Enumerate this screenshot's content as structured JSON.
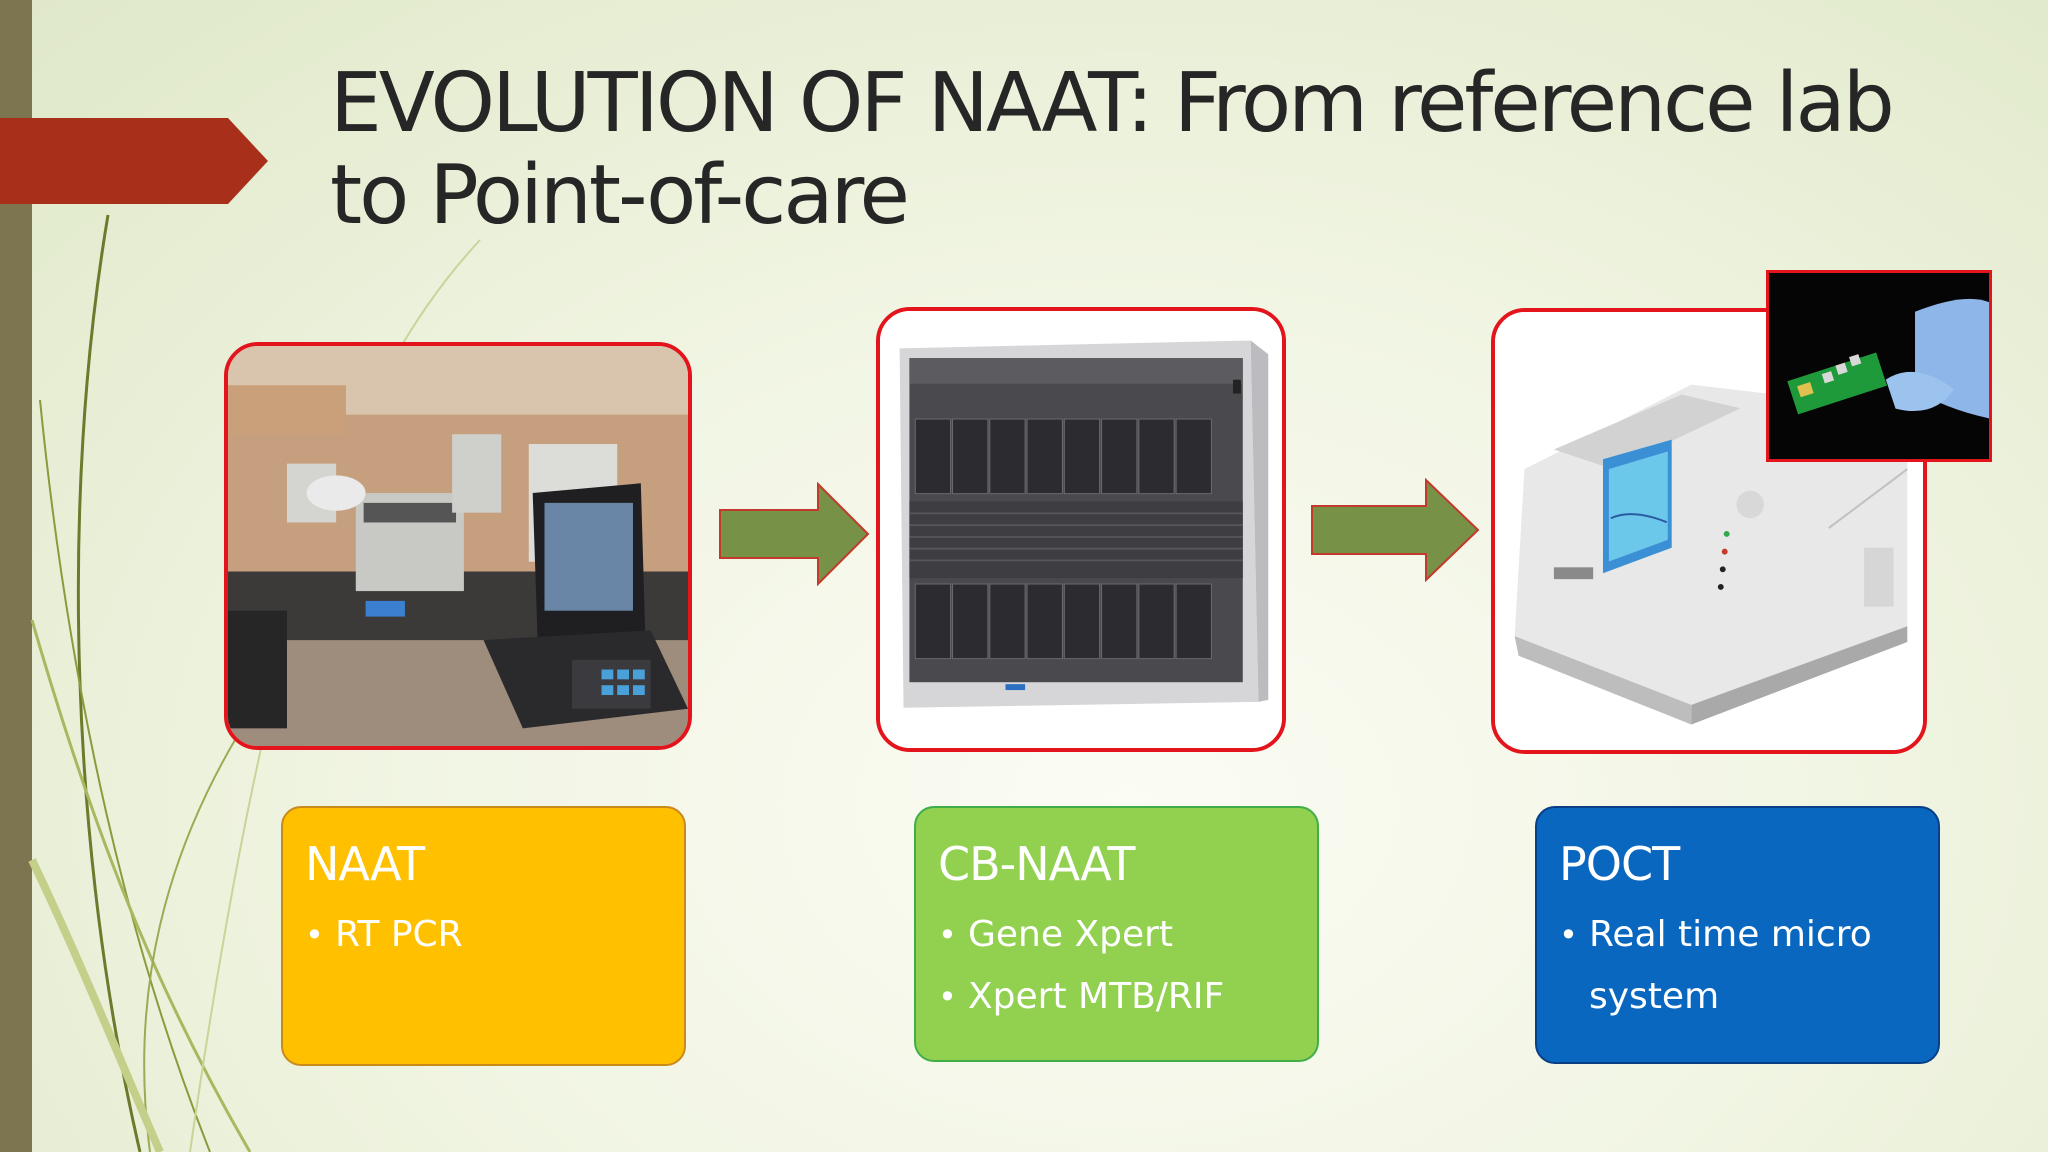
{
  "slide": {
    "title": "EVOLUTION OF NAAT: From reference lab to Point-of-care",
    "accent_color": "#a8301a",
    "sidebar_color": "#7d7450"
  },
  "images": [
    {
      "name": "reference-lab-photo",
      "depicts": "laboratory bench with PCR equipment and laptop"
    },
    {
      "name": "genexpert-instrument-photo",
      "depicts": "GeneXpert cartridge-based instrument"
    },
    {
      "name": "point-of-care-device-photo",
      "depicts": "portable real time micro PCR device"
    },
    {
      "name": "microchip-inset-photo",
      "depicts": "gloved hand holding a PCR microchip"
    }
  ],
  "arrows": [
    {
      "name": "arrow-naat-to-cbnaat",
      "color": "#779246"
    },
    {
      "name": "arrow-cbnaat-to-poct",
      "color": "#779246"
    }
  ],
  "cards": {
    "naat": {
      "title": "NAAT",
      "items": [
        "RT PCR"
      ],
      "color": "#ffc000"
    },
    "cbnaat": {
      "title": "CB-NAAT",
      "items": [
        "Gene Xpert",
        "Xpert MTB/RIF"
      ],
      "color": "#92d050"
    },
    "poct": {
      "title": "POCT",
      "items": [
        "Real time micro system"
      ],
      "color": "#0a67c0"
    }
  }
}
